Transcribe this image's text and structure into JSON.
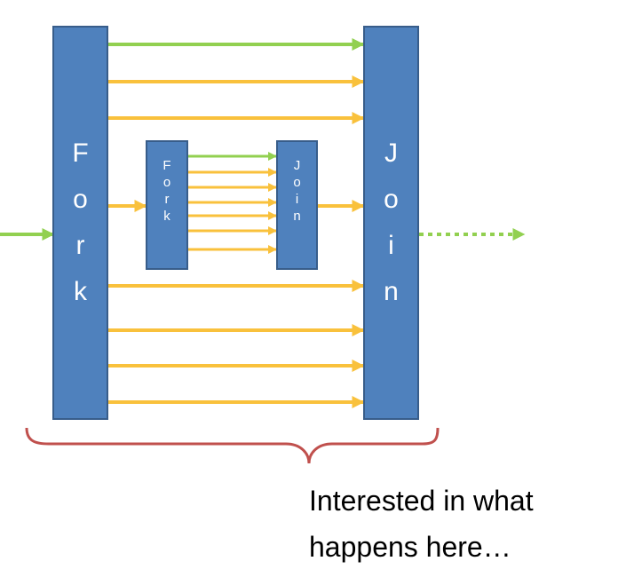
{
  "diagram": {
    "outer_fork_label": "Fork",
    "outer_join_label": "Join",
    "inner_fork_label": "Fork",
    "inner_join_label": "Join",
    "caption_line1": "Interested in what",
    "caption_line2": "happens here…"
  },
  "colors": {
    "bar_fill": "#4f81bd",
    "bar_stroke": "#385d8a",
    "arrow_green": "#92d050",
    "arrow_yellow": "#f9c13c",
    "brace": "#c0504d"
  }
}
